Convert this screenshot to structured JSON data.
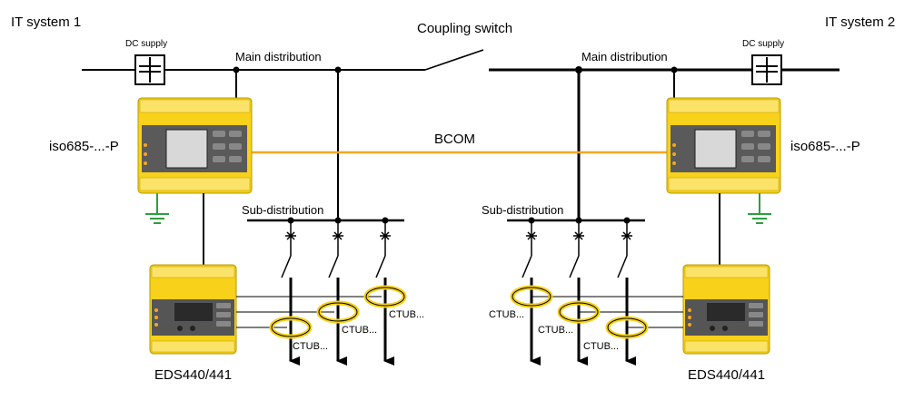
{
  "labels": {
    "it_system_1": "IT system 1",
    "it_system_2": "IT system 2",
    "coupling_switch": "Coupling switch",
    "dc_supply_left": "DC supply",
    "dc_supply_right": "DC supply",
    "main_distribution_left": "Main distribution",
    "main_distribution_right": "Main distribution",
    "bcom": "BCOM",
    "iso685_left": "iso685-...-P",
    "iso685_right": "iso685-...-P",
    "sub_distribution_left": "Sub-distribution",
    "sub_distribution_right": "Sub-distribution",
    "eds_left": "EDS440/441",
    "eds_right": "EDS440/441",
    "ctub_left_1": "CTUB...",
    "ctub_left_2": "CTUB...",
    "ctub_left_3": "CTUB...",
    "ctub_right_1": "CTUB...",
    "ctub_right_2": "CTUB...",
    "ctub_right_3": "CTUB..."
  },
  "colors": {
    "device_yellow": "#f7d11a",
    "device_dark": "#4a4a4a",
    "screen": "#d8d8d8",
    "bcom_line": "#f5a623",
    "ctub_ring": "#f7d11a",
    "earth_green": "#2e9e3e",
    "line": "#000000"
  }
}
